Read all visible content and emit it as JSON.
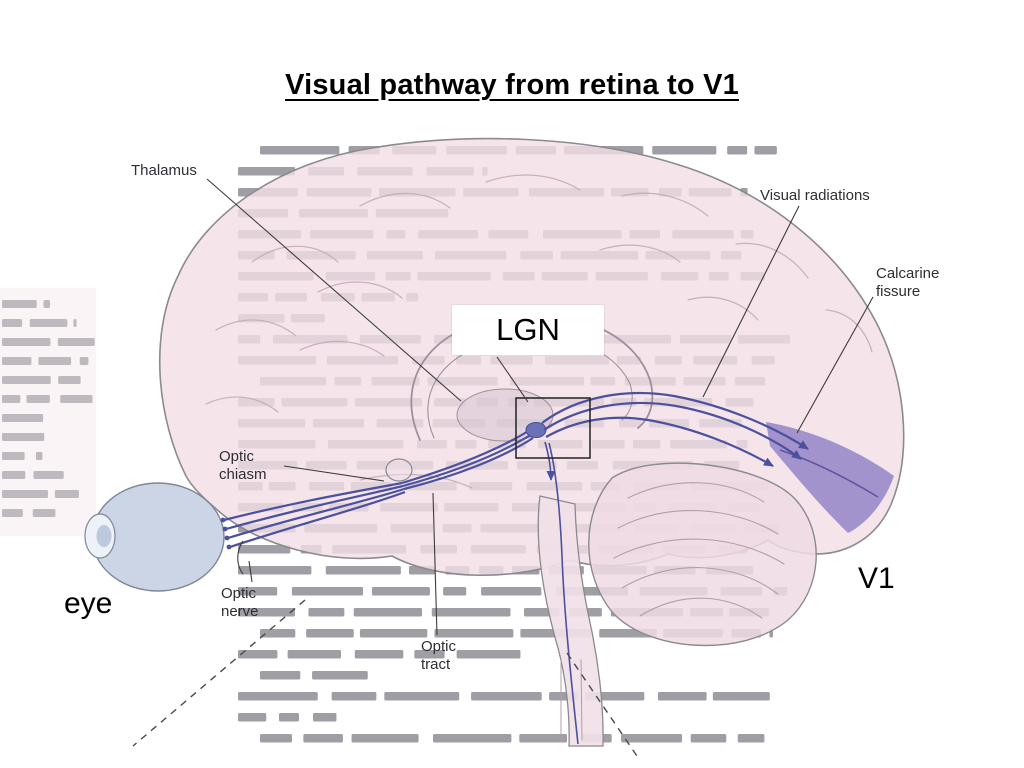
{
  "slide": {
    "title": "Visual pathway from retina to V1"
  },
  "diagram": {
    "labels": {
      "thalamus": "Thalamus",
      "visual_radiations": "Visual radiations",
      "calcarine_fissure": "Calcarine fissure",
      "lgn": "LGN",
      "optic_chiasm": "Optic chiasm",
      "optic_nerve": "Optic nerve",
      "optic_tract": "Optic tract",
      "eye": "eye",
      "v1": "V1"
    },
    "colors": {
      "pathway_blue": "#4b519e",
      "v1_purple": "#8d7ec6",
      "brain_pink": "#f3dfe6",
      "eye_fill": "#c8d3e5",
      "label_color": "#2e2e34",
      "title_color": "#000000"
    }
  }
}
